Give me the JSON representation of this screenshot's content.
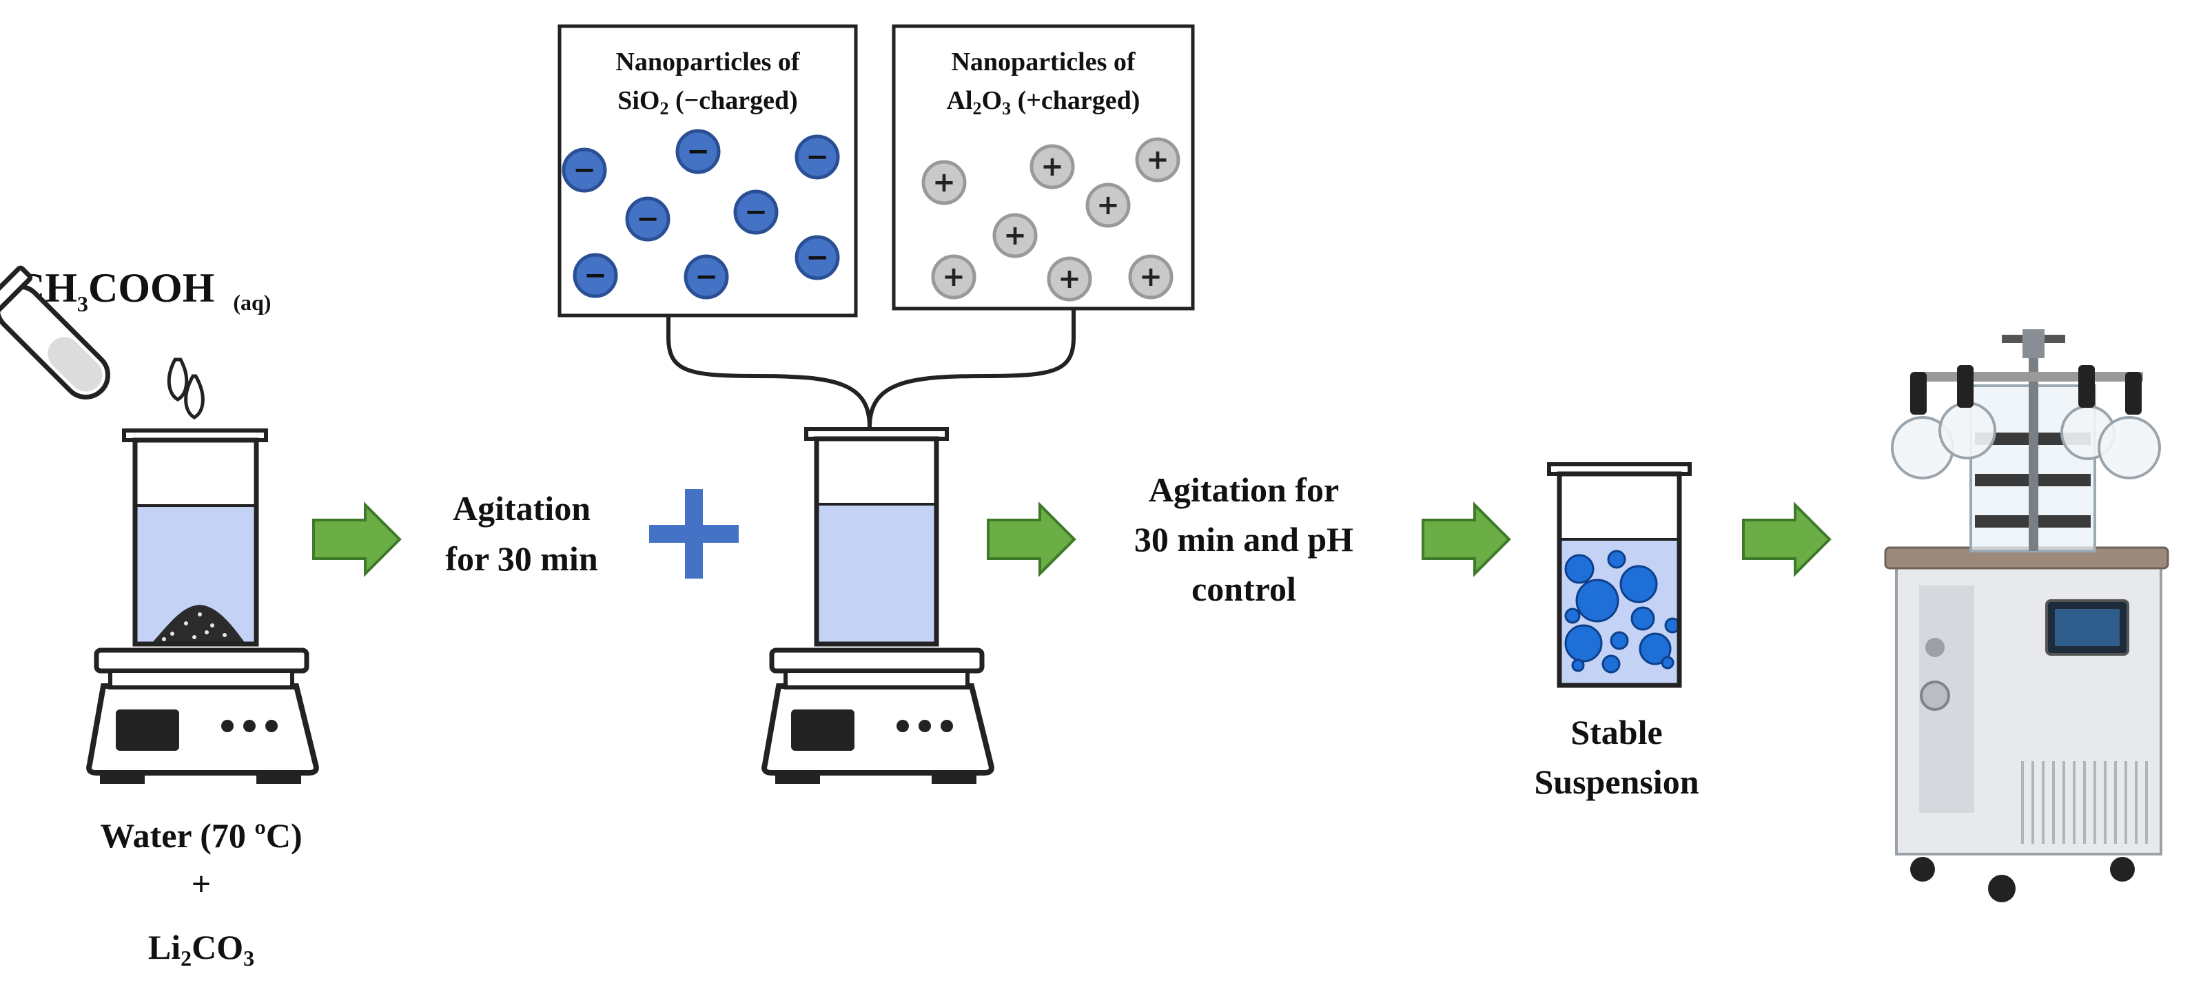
{
  "colors": {
    "arrow_green": "#6aae45",
    "arrow_green_edge": "#3f7a2a",
    "plus_blue": "#4472c4",
    "liquid": "#c4d3f5",
    "sio2_particle": "#4472c4",
    "al2o3_particle": "#c9c9c9",
    "suspension_bubble": "#1f6fd9"
  },
  "reagent": {
    "acid_main": "CH",
    "acid_sub": "3",
    "acid_rest": "COOH",
    "acid_state": "(aq)"
  },
  "step1": {
    "water_label": "Water (70 ºC)",
    "plus_sign": "+",
    "carbonate_main": "Li",
    "carbonate_sub1": "2",
    "carbonate_mid": "CO",
    "carbonate_sub2": "3"
  },
  "step2": {
    "line1": "Agitation",
    "line2": "for 30 min"
  },
  "sio2_box": {
    "title_line1": "Nanoparticles of",
    "title_a": "SiO",
    "title_sub": "2",
    "title_b": " (−charged)",
    "particle_sign": "−"
  },
  "al2o3_box": {
    "title_line1": "Nanoparticles of",
    "title_a": "Al",
    "title_sub1": "2",
    "title_mid": "O",
    "title_sub2": "3",
    "title_b": " (+charged)",
    "particle_sign": "+"
  },
  "step3": {
    "line1": "Agitation for",
    "line2": "30 min  and  pH",
    "line3": "control"
  },
  "step4": {
    "line1": "Stable",
    "line2": "Suspension"
  },
  "step5": {
    "device": "freeze-dryer-icon"
  }
}
